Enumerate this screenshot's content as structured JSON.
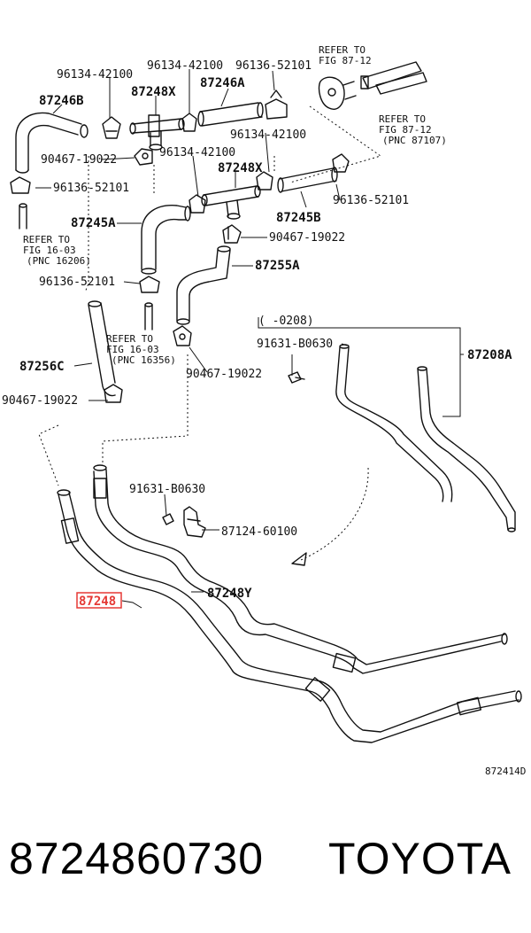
{
  "labels": {
    "l_96134_a": "96134-42100",
    "l_96134_b": "96134-42100",
    "l_96136_a": "96136-52101",
    "l_refer_a": "REFER TO",
    "l_fig_a": "FIG 87-12",
    "l_87246b": "87246B",
    "l_87248x_a": "87248X",
    "l_87246a": "87246A",
    "l_refer_b": "REFER TO",
    "l_fig_b": "FIG 87-12",
    "l_pnc_b": "(PNC 87107)",
    "l_96134_c": "96134-42100",
    "l_90467_a": "90467-19022",
    "l_96134_d": "96134-42100",
    "l_87248x_b": "87248X",
    "l_96136_b": "96136-52101",
    "l_87245a": "87245A",
    "l_87245b": "87245B",
    "l_96136_c": "96136-52101",
    "l_90467_b": "90467-19022",
    "l_refer_c": "REFER TO",
    "l_fig_c": "FIG 16-03",
    "l_pnc_c": "(PNC 16206)",
    "l_87255a": "87255A",
    "l_96136_d": "96136-52101",
    "l_0208": "(     -0208)",
    "l_refer_d": "REFER TO",
    "l_fig_d": "FIG 16-03",
    "l_pnc_d": "(PNC 16356)",
    "l_91631_a": "91631-B0630",
    "l_87208a": "87208A",
    "l_87256c": "87256C",
    "l_90467_c": "90467-19022",
    "l_90467_d": "90467-19022",
    "l_91631_b": "91631-B0630",
    "l_87124": "87124-60100",
    "l_87248y": "87248Y",
    "l_87248_hl": "87248",
    "l_code": "872414D"
  },
  "footer": {
    "part_number": "8724860730",
    "brand": "TOYOTA"
  },
  "colors": {
    "highlight": "#e53935",
    "ink": "#111111"
  }
}
